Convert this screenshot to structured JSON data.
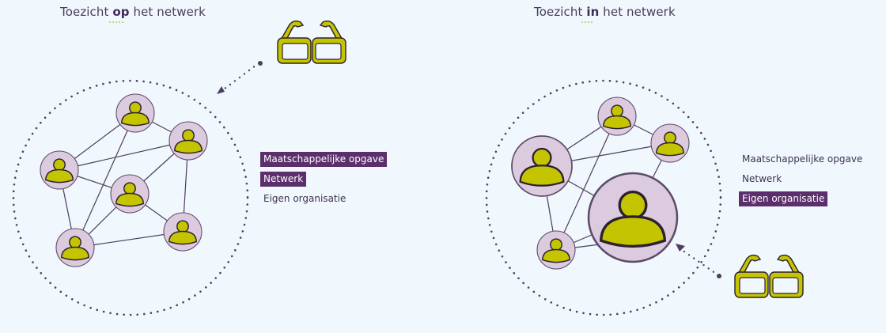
{
  "left_panel": {
    "title_pre": "Toezicht ",
    "title_emph": "op",
    "title_post": " het netwerk",
    "legend": [
      {
        "label": "Maatschappelijke opgave",
        "highlighted": true
      },
      {
        "label": "Netwerk",
        "highlighted": true
      },
      {
        "label": "Eigen organisatie",
        "highlighted": false
      }
    ],
    "glasses_position": "outside network, top-right, pointing inward",
    "nodes": 6
  },
  "right_panel": {
    "title_pre": "Toezicht ",
    "title_emph": "in",
    "title_post": " het netwerk",
    "legend": [
      {
        "label": "Maatschappelijke opgave",
        "highlighted": false
      },
      {
        "label": "Netwerk",
        "highlighted": false
      },
      {
        "label": "Eigen organisatie",
        "highlighted": true
      }
    ],
    "glasses_position": "bottom-right, pointing at own organisation inside network",
    "nodes": 5
  },
  "icons": {
    "person": "person-icon",
    "glasses": "glasses-icon",
    "arrow": "dotted-arrow-icon"
  },
  "colors": {
    "background": "#f0f7fd",
    "node_fill": "#dccbdf",
    "person_fill": "#c4c400",
    "line": "#4d3d5e",
    "highlight": "#5b2f6b",
    "text": "#3e3350",
    "dots": "#4d3d5e"
  }
}
